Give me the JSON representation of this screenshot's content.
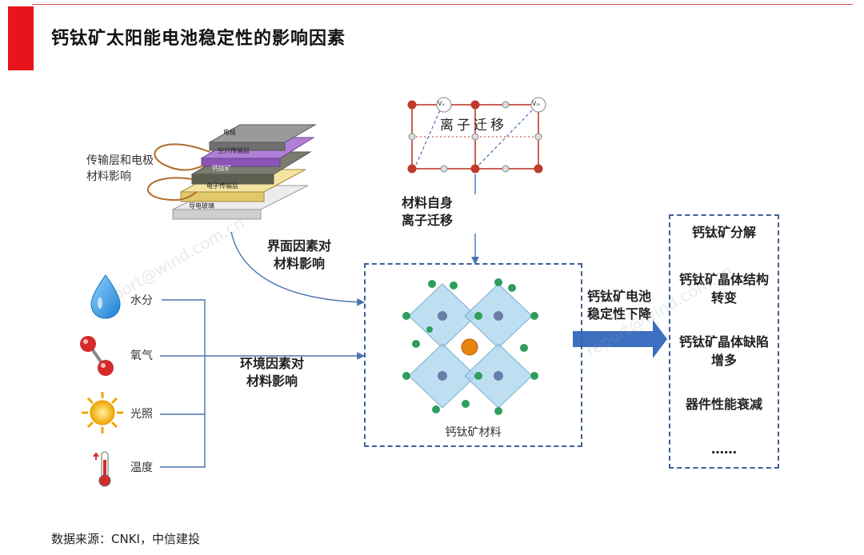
{
  "header": {
    "title": "钙钛矿太阳能电池稳定性的影响因素"
  },
  "footer": {
    "source": "数据来源：CNKI，中信建投"
  },
  "device": {
    "caption": "传输层和电极材料影响",
    "layers": [
      "电极",
      "空穴传输层",
      "钙钛矿",
      "电子传输层",
      "导电玻璃"
    ]
  },
  "ion_migration": {
    "box_label": "离子迁移",
    "vacancy_labels": [
      "Vₓ",
      "Vₘ"
    ],
    "caption": "材料自身离子迁移"
  },
  "factors": {
    "interface_label": "界面因素对材料影响",
    "environment_label": "环境因素对材料影响",
    "items": [
      {
        "label": "水分",
        "icon": "water-drop-icon"
      },
      {
        "label": "氧气",
        "icon": "oxygen-molecule-icon"
      },
      {
        "label": "光照",
        "icon": "sun-icon"
      },
      {
        "label": "温度",
        "icon": "thermometer-icon"
      }
    ]
  },
  "center": {
    "caption": "钙钛矿材料"
  },
  "arrow_label": "钙钛矿电池稳定性下降",
  "outcomes": [
    "钙钛矿分解",
    "钙钛矿晶体结构转变",
    "钙钛矿晶体缺陷增多",
    "器件性能衰减",
    "……"
  ],
  "watermarks": [
    "report@wind.com.cn",
    "report@wind.com.cn"
  ],
  "colors": {
    "accent": "#e8141b",
    "connector": "#4a72b0",
    "dash": "#3f5f96",
    "arrow": "#3d6fc0"
  }
}
